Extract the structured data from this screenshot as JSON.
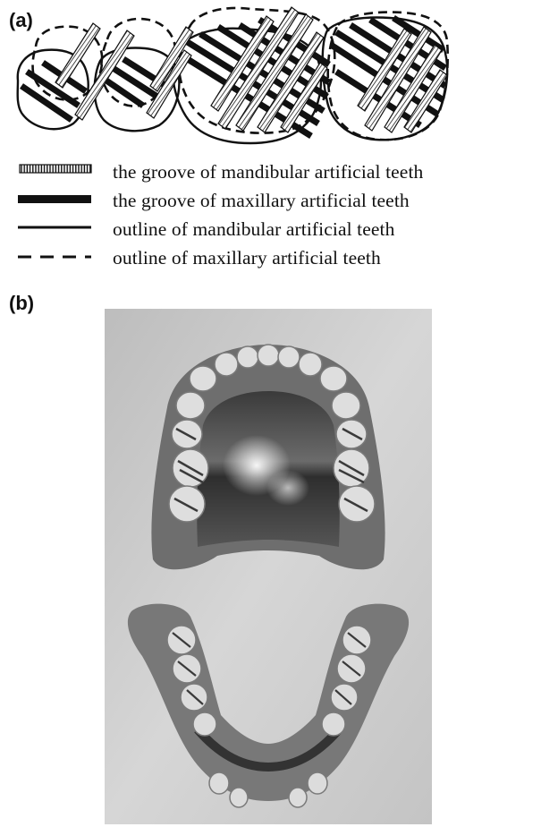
{
  "panel_a": {
    "label": "(a)",
    "legend": [
      {
        "symbol": "hatched-bar",
        "text": "the groove of  mandibular artificial teeth"
      },
      {
        "symbol": "thick-black-bar",
        "text": "the groove of maxillary artificial teeth"
      },
      {
        "symbol": "solid-line",
        "text": "outline of mandibular artificial teeth"
      },
      {
        "symbol": "dashed-line",
        "text": "outline of maxillary artificial teeth"
      }
    ]
  },
  "panel_b": {
    "label": "(b)"
  },
  "colors": {
    "ink": "#111111",
    "photo_background": "#c9c9c9",
    "metal": "#4a4a4a",
    "acrylic": "#7d7d7d",
    "teeth": "#d9d9d9"
  }
}
